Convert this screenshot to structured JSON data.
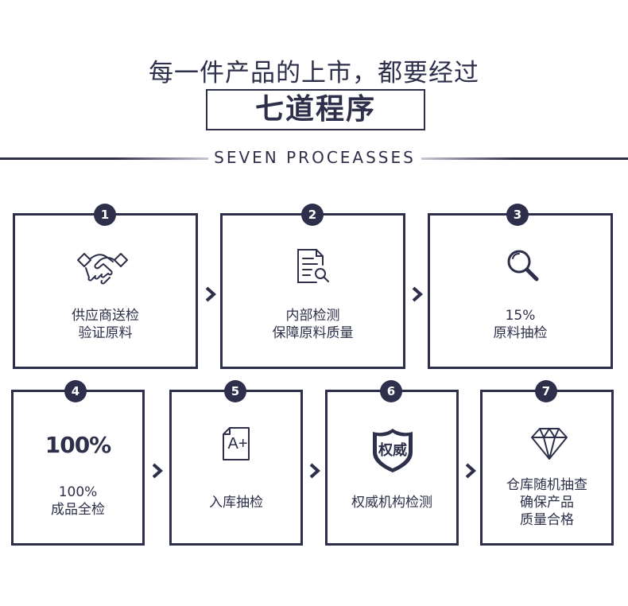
{
  "header": {
    "subtitle": "每一件产品的上市，都要经过",
    "title": "七道程序",
    "english_title": "SEVEN PROCEASSES"
  },
  "steps": [
    {
      "number": "1",
      "icon": "handshake-icon",
      "lines": [
        "供应商送检",
        "验证原料"
      ]
    },
    {
      "number": "2",
      "icon": "document-search-icon",
      "lines": [
        "内部检测",
        "保障原料质量"
      ]
    },
    {
      "number": "3",
      "icon": "magnifier-icon",
      "lines": [
        "15%",
        "原料抽检"
      ]
    },
    {
      "number": "4",
      "icon": "percent-text-icon",
      "icon_text": "100%",
      "lines": [
        "100%",
        "成品全检"
      ]
    },
    {
      "number": "5",
      "icon": "grade-a-plus-icon",
      "icon_text": "A+",
      "lines": [
        "入库抽检"
      ]
    },
    {
      "number": "6",
      "icon": "shield-badge-icon",
      "icon_text": "权威",
      "lines": [
        "权威机构检测"
      ]
    },
    {
      "number": "7",
      "icon": "diamond-icon",
      "lines": [
        "仓库随机抽查",
        "确保产品",
        "质量合格"
      ]
    }
  ],
  "colors": {
    "primary": "#2e2f4a",
    "background": "#ffffff"
  }
}
